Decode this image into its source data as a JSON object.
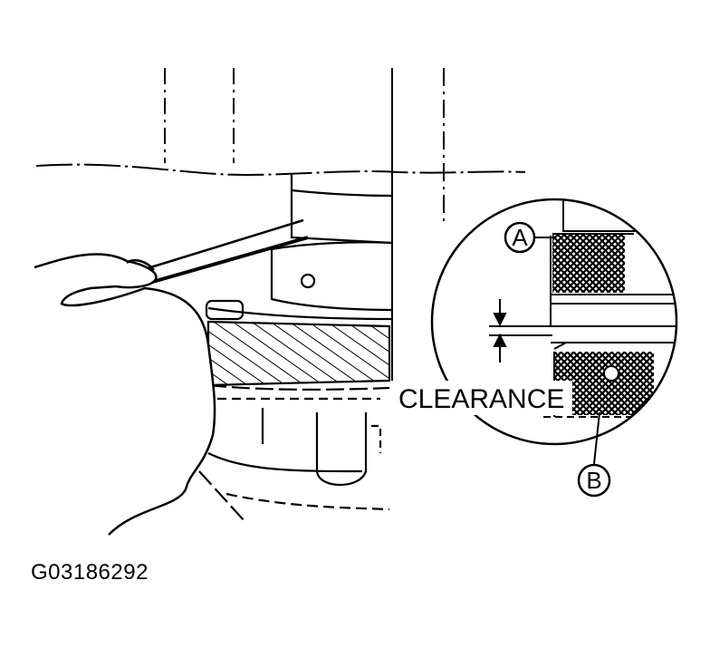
{
  "labels": {
    "callout_a": "A",
    "callout_b": "B",
    "clearance": "CLEARANCE"
  },
  "figure_code": "G03186292",
  "colors": {
    "ink": "#000000",
    "paper": "#ffffff"
  }
}
